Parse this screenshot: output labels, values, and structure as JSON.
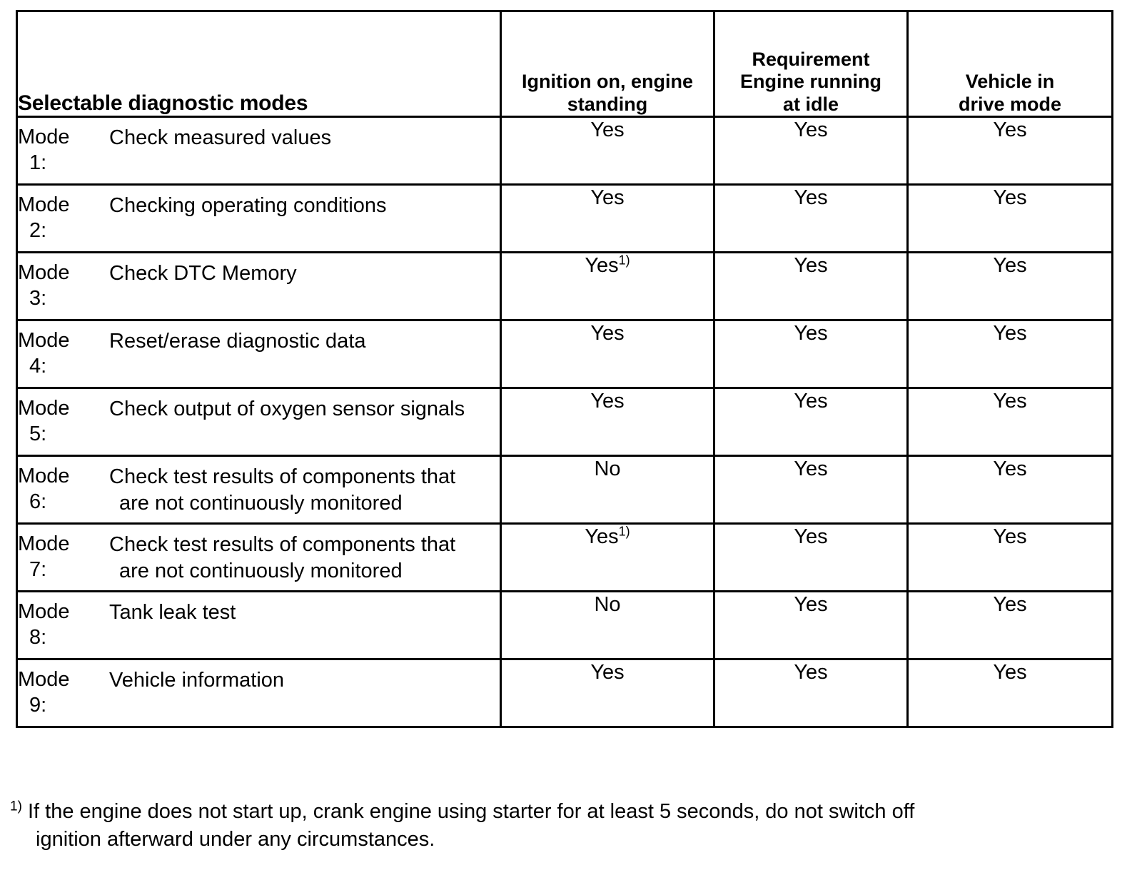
{
  "table": {
    "headers": {
      "desc": "Selectable diagnostic modes",
      "requirement_group": "Requirement",
      "ignition": "Ignition on, engine standing",
      "ignition_l1": "Ignition on, engine",
      "ignition_l2": "standing",
      "idle_l1": "Engine running",
      "idle_l2": "at idle",
      "drive_l1": "Vehicle in",
      "drive_l2": "drive mode"
    },
    "rows": [
      {
        "mode_word": "Mode",
        "mode_num": "1:",
        "desc_l1": "Check measured values",
        "desc_l2": "",
        "ignition": "Yes",
        "ignition_sup": "",
        "idle": "Yes",
        "drive": "Yes"
      },
      {
        "mode_word": "Mode",
        "mode_num": "2:",
        "desc_l1": "Checking operating conditions",
        "desc_l2": "",
        "ignition": "Yes",
        "ignition_sup": "",
        "idle": "Yes",
        "drive": "Yes"
      },
      {
        "mode_word": "Mode",
        "mode_num": "3:",
        "desc_l1": "Check DTC Memory",
        "desc_l2": "",
        "ignition": "Yes",
        "ignition_sup": "1)",
        "idle": "Yes",
        "drive": "Yes"
      },
      {
        "mode_word": "Mode",
        "mode_num": "4:",
        "desc_l1": "Reset/erase diagnostic data",
        "desc_l2": "",
        "ignition": "Yes",
        "ignition_sup": "",
        "idle": "Yes",
        "drive": "Yes"
      },
      {
        "mode_word": "Mode",
        "mode_num": "5:",
        "desc_l1": "Check output of oxygen sensor signals",
        "desc_l2": "",
        "ignition": "Yes",
        "ignition_sup": "",
        "idle": "Yes",
        "drive": "Yes"
      },
      {
        "mode_word": "Mode",
        "mode_num": "6:",
        "desc_l1": "Check test results of components that",
        "desc_l2": "are not continuously monitored",
        "ignition": "No",
        "ignition_sup": "",
        "idle": "Yes",
        "drive": "Yes"
      },
      {
        "mode_word": "Mode",
        "mode_num": "7:",
        "desc_l1": "Check test results of components that",
        "desc_l2": "are not continuously monitored",
        "ignition": "Yes",
        "ignition_sup": "1)",
        "idle": "Yes",
        "drive": "Yes"
      },
      {
        "mode_word": "Mode",
        "mode_num": "8:",
        "desc_l1": "Tank leak test",
        "desc_l2": "",
        "ignition": "No",
        "ignition_sup": "",
        "idle": "Yes",
        "drive": "Yes"
      },
      {
        "mode_word": "Mode",
        "mode_num": "9:",
        "desc_l1": "Vehicle information",
        "desc_l2": "",
        "ignition": "Yes",
        "ignition_sup": "",
        "idle": "Yes",
        "drive": "Yes"
      }
    ]
  },
  "footnote": {
    "mark": "1)",
    "line1": "If the engine does not start up, crank engine using starter for at least 5 seconds, do not  switch off",
    "line2": "ignition afterward under any circumstances."
  },
  "colors": {
    "border": "#000000",
    "text": "#000000",
    "background": "#ffffff"
  }
}
